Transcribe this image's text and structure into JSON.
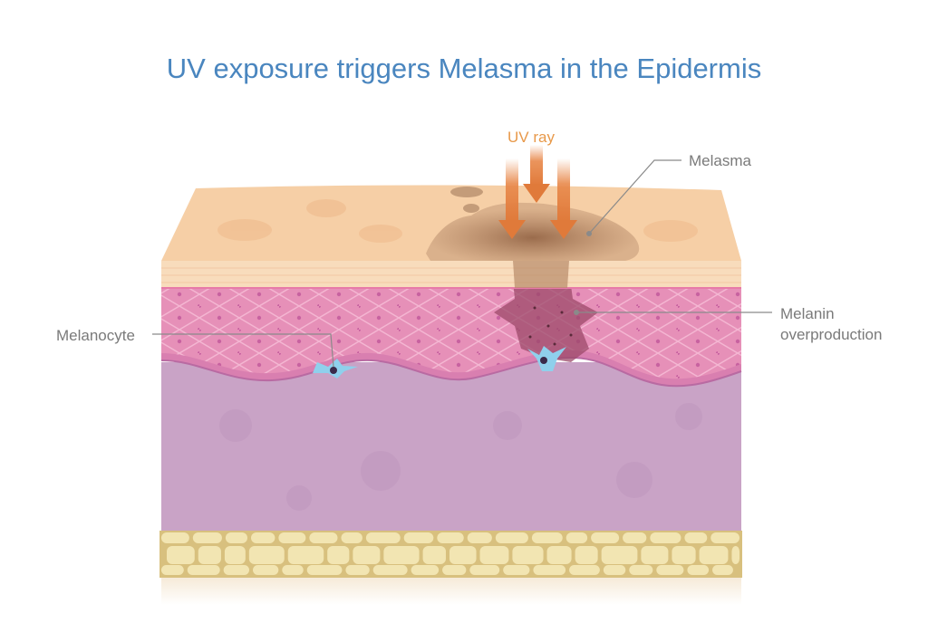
{
  "title": "UV exposure triggers Melasma in the Epidermis",
  "labels": {
    "uv_ray": "UV ray",
    "melasma": "Melasma",
    "melanin_line1": "Melanin",
    "melanin_line2": "overproduction",
    "melanocyte": "Melanocyte"
  },
  "colors": {
    "title": "#4a86bf",
    "uv": "#e8994a",
    "label": "#7a7a7a",
    "skin_surface": "#f6cfa6",
    "epidermis": "#e690b8",
    "dermis": "#c9a3c6",
    "fat": "#d8c07e",
    "fat_cell": "#f2e5b2",
    "melanocyte": "#8fd0ec"
  }
}
